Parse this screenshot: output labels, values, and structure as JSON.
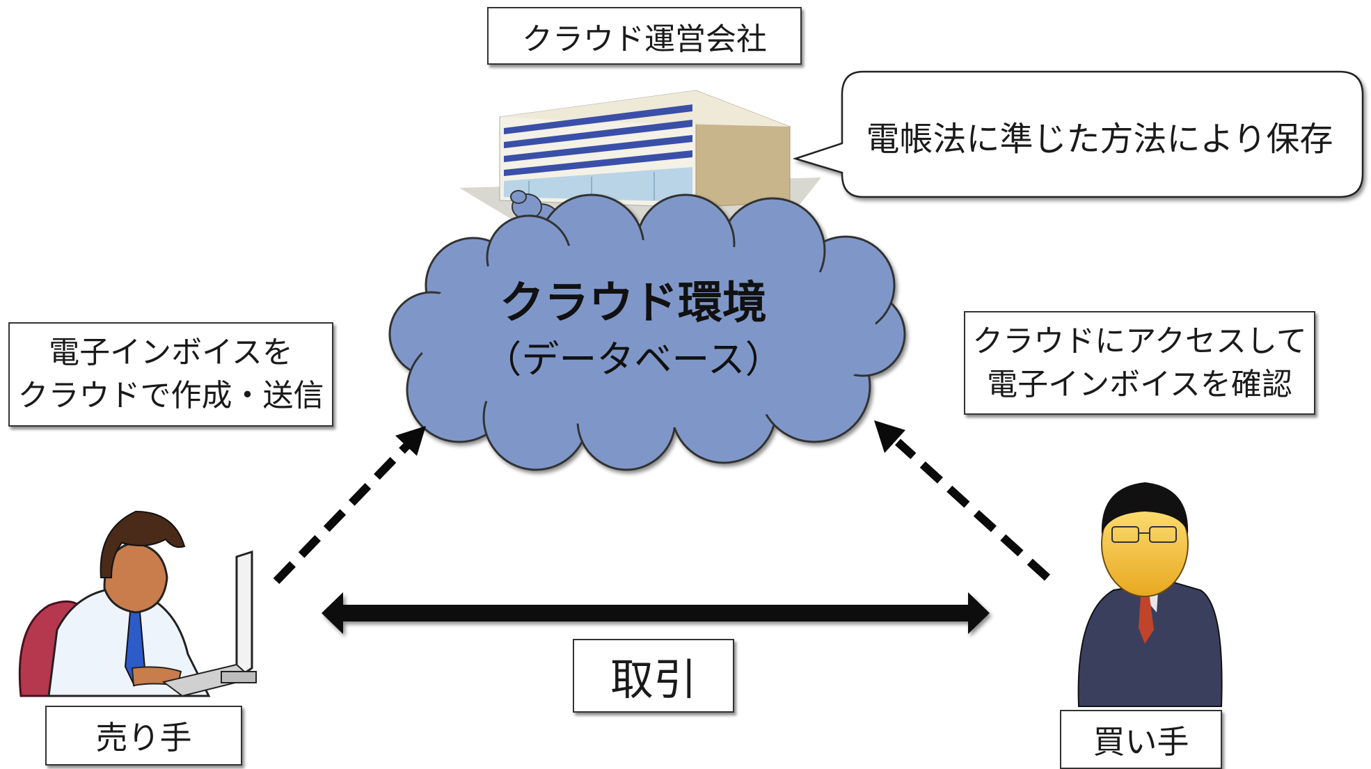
{
  "company_label": "クラウド運営会社",
  "callout_text": "電帳法に準じた方法により保存",
  "cloud": {
    "title": "クラウド環境",
    "subtitle": "（データベース）"
  },
  "seller_action": {
    "line1": "電子インボイスを",
    "line2": "クラウドで作成・送信"
  },
  "buyer_action": {
    "line1": "クラウドにアクセスして",
    "line2": "電子インボイスを確認"
  },
  "deal_label": "取引",
  "seller_label": "売り手",
  "buyer_label": "買い手",
  "colors": {
    "cloud_fill": "#7f97c8",
    "arrow": "#0a0a0a",
    "building_stripe": "#3a4fa8",
    "building_side": "#c9b58c"
  }
}
